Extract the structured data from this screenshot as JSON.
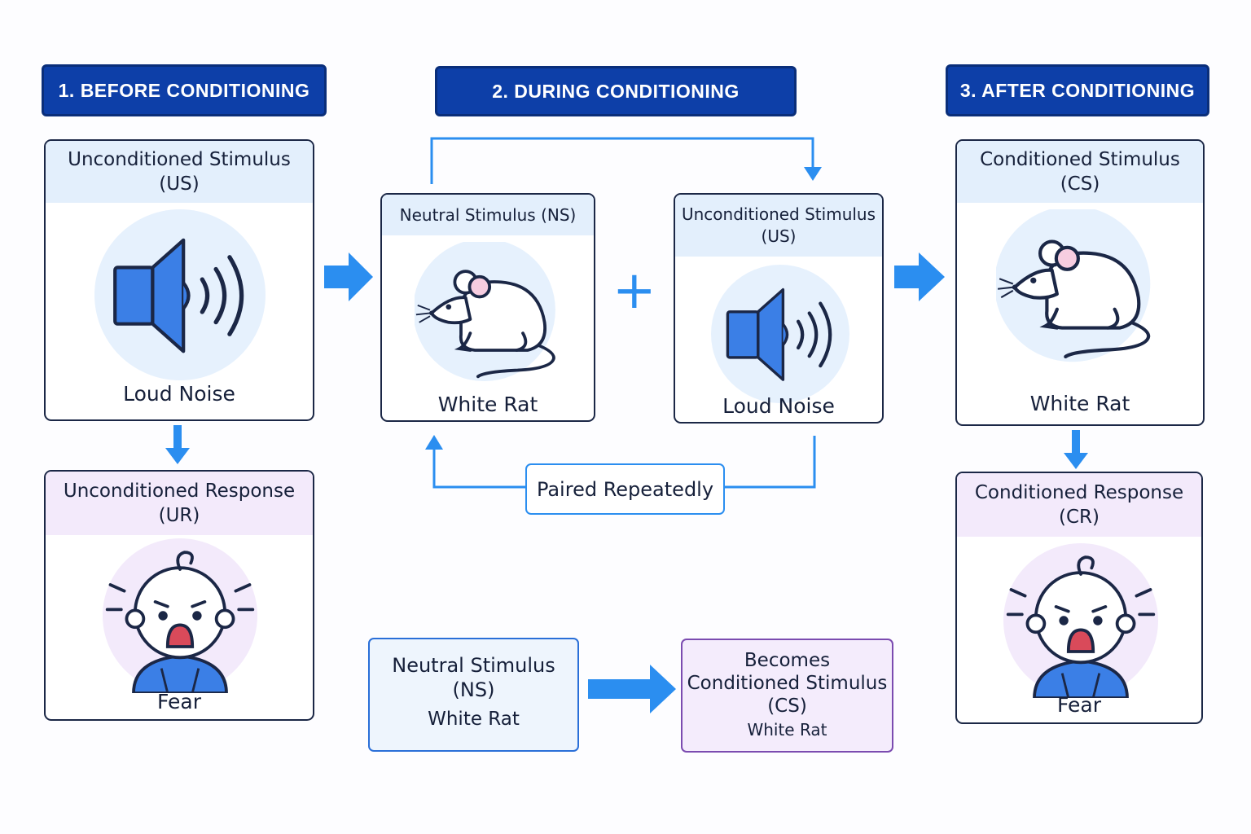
{
  "stages": {
    "before": "1. BEFORE CONDITIONING",
    "during": "2. DURING  CONDITIONING",
    "after": "3. AFTER CONDITIONING"
  },
  "before": {
    "us_title_1": "Unconditioned Stimulus",
    "us_title_2": "(US)",
    "us_label": "Loud Noise",
    "ur_title_1": "Unconditioned Response",
    "ur_title_2": "(UR)",
    "ur_label": "Fear"
  },
  "during": {
    "ns_title": "Neutral Stimulus (NS)",
    "ns_label": "White Rat",
    "plus": "+",
    "us_title_1": "Unconditioned Stimulus",
    "us_title_2": "(US)",
    "us_label": "Loud Noise",
    "paired": "Paired Repeatedly"
  },
  "after": {
    "cs_title_1": "Conditioned Stimulus",
    "cs_title_2": "(CS)",
    "cs_label": "White Rat",
    "cr_title_1": "Conditioned Response",
    "cr_title_2": "(CR)",
    "cr_label": "Fear"
  },
  "summary": {
    "ns_line1": "Neutral Stimulus",
    "ns_line2": "(NS)",
    "ns_line3": "White Rat",
    "cs_line1": "Becomes",
    "cs_line2": "Conditioned Stimulus",
    "cs_line3": "(CS)",
    "cs_line4": "White Rat"
  },
  "colors": {
    "header": "#0d3fa8",
    "arrow": "#2b8ef0",
    "speaker": "#3b7fe6",
    "purple_border": "#7b4bb0"
  },
  "icons": [
    "speaker-icon",
    "rat-icon",
    "crying-baby-icon",
    "arrow-right-icon",
    "arrow-down-icon",
    "plus-icon"
  ]
}
